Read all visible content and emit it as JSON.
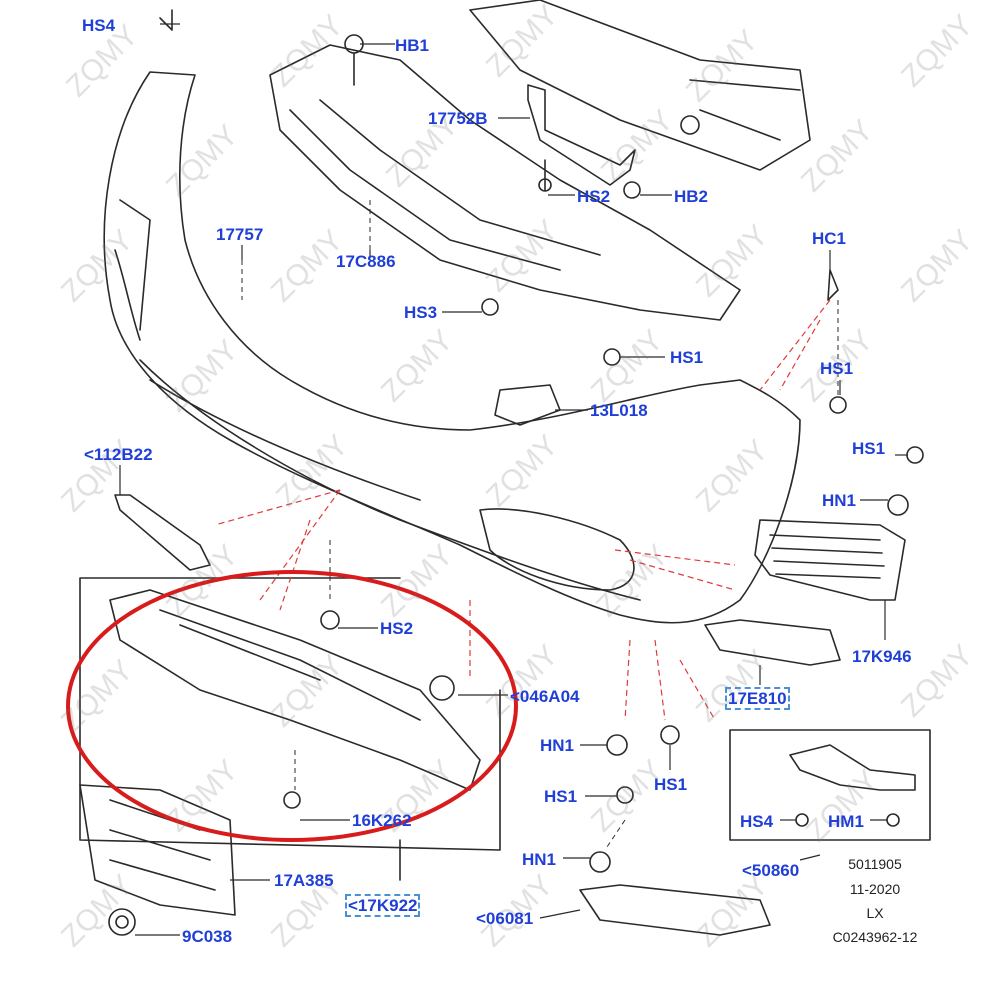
{
  "watermark": "ZQMY",
  "labels": {
    "hs4_top": "HS4",
    "hb1": "HB1",
    "l17752b": "17752B",
    "hs2_top": "HS2",
    "hb2": "HB2",
    "l17757": "17757",
    "l17c886": "17C886",
    "hc1": "HC1",
    "hs3": "HS3",
    "hs1_a": "HS1",
    "hs1_b": "HS1",
    "l13l018": "13L018",
    "hs1_c": "HS1",
    "l112b22": "<112B22",
    "hn1_a": "HN1",
    "hs2_mid": "HS2",
    "l17k946": "17K946",
    "l046a04": "<046A04",
    "l17e810": "17E810",
    "hn1_b": "HN1",
    "hs1_d": "HS1",
    "hs1_e": "HS1",
    "l16k262": "16K262",
    "hs4_bot": "HS4",
    "hm1": "HM1",
    "hn1_c": "HN1",
    "l50860": "<50860",
    "l17a385": "17A385",
    "l17k922": "<17K922",
    "l06081": "<06081",
    "l9c038": "9C038"
  },
  "ref_block": {
    "line1": "5011905",
    "line2": "11-2020",
    "line3": "LX",
    "line4": "C0243962-12"
  },
  "colors": {
    "label": "#1f3fd6",
    "outline": "#2a2a2a",
    "highlight_ring": "#d81c1c",
    "leader": "#e03a3a"
  }
}
